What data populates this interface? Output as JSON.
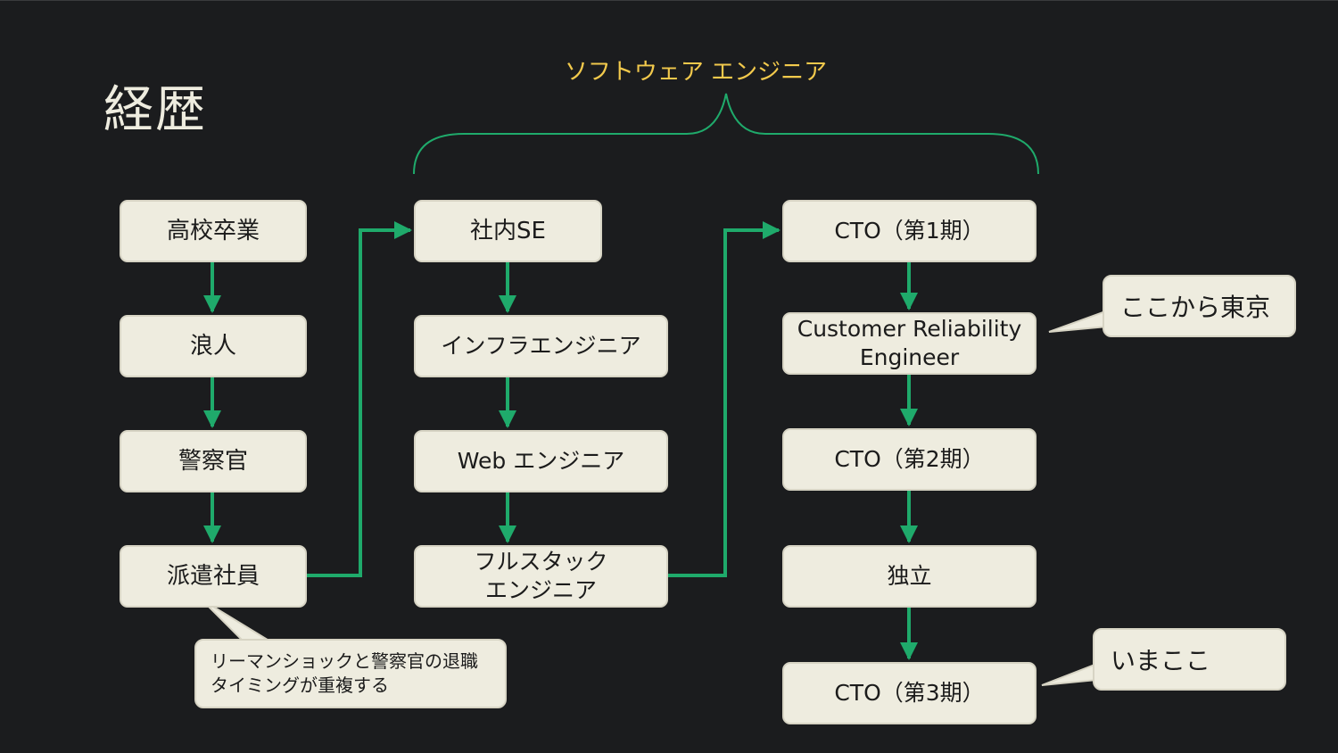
{
  "title": "経歴",
  "brace_label": "ソフトウェア エンジニア",
  "colors": {
    "background": "#1b1c1e",
    "box": "#eeecdf",
    "arrow": "#1faa6b",
    "brace": "#1faa6b",
    "brace_label": "#f2c94c"
  },
  "column1": [
    "高校卒業",
    "浪人",
    "警察官",
    "派遣社員"
  ],
  "column2": [
    "社内SE",
    "インフラエンジニア",
    "Web エンジニア",
    "フルスタック\nエンジニア"
  ],
  "column3": [
    "CTO（第1期）",
    "Customer Reliability\nEngineer",
    "CTO（第2期）",
    "独立",
    "CTO（第3期）"
  ],
  "callouts": {
    "haken": "リーマンショックと警察官の退職\nタイミングが重複する",
    "tokyo": "ここから東京",
    "now": "いまここ"
  }
}
